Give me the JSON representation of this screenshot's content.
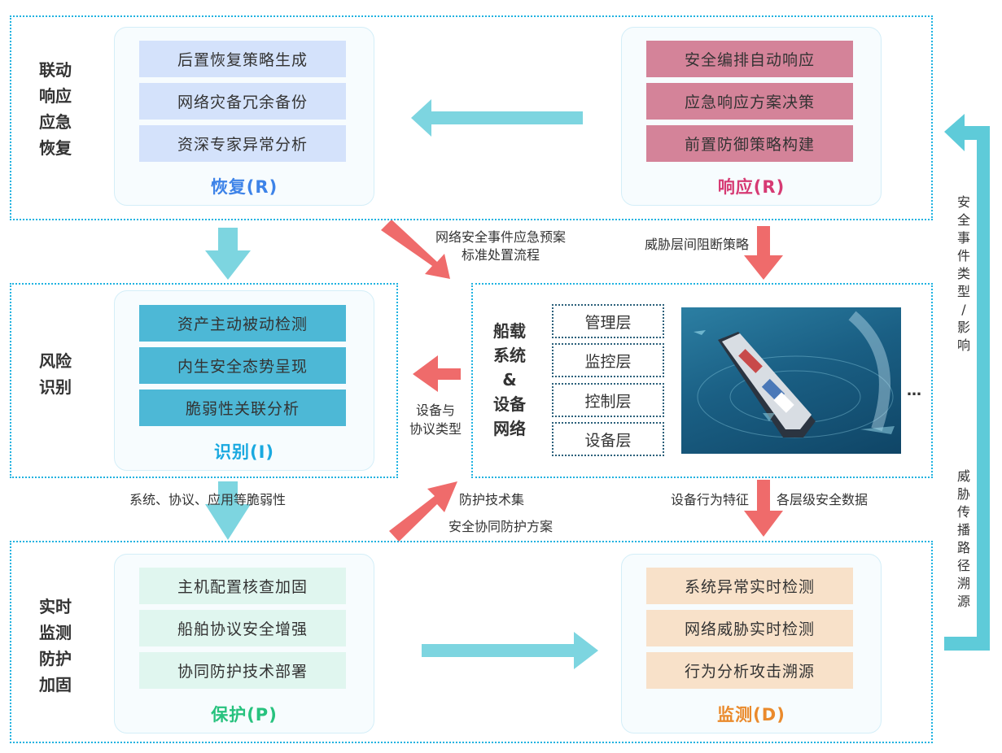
{
  "colors": {
    "region_border": "#1fb2e0",
    "cyan_arrow": "#7dd5e0",
    "red_arrow": "#ef6b6b",
    "loop_arrow": "#5ecbd9",
    "recovery_item_bg": "#d4e2fb",
    "recovery_title": "#3d83e8",
    "response_item_bg": "#d48399",
    "response_title": "#d63a73",
    "identify_item_bg": "#4db8d6",
    "identify_title": "#1aa9e0",
    "protect_item_bg": "#e0f6ef",
    "protect_title": "#27c27e",
    "detect_item_bg": "#f8e1c9",
    "detect_title": "#ea8a2c"
  },
  "regions": {
    "top": {
      "label": "联动响应应急恢复"
    },
    "middle_left": {
      "label": "风险识别"
    },
    "bottom": {
      "label": "实时监测防护加固"
    }
  },
  "cards": {
    "recovery": {
      "title": "恢复(R)",
      "items": [
        "后置恢复策略生成",
        "网络灾备冗余备份",
        "资深专家异常分析"
      ]
    },
    "response": {
      "title": "响应(R)",
      "items": [
        "安全编排自动响应",
        "应急响应方案决策",
        "前置防御策略构建"
      ]
    },
    "identify": {
      "title": "识别(I)",
      "items": [
        "资产主动被动检测",
        "内生安全态势呈现",
        "脆弱性关联分析"
      ]
    },
    "protect": {
      "title": "保护(P)",
      "items": [
        "主机配置核查加固",
        "船舶协议安全增强",
        "协同防护技术部署"
      ]
    },
    "detect": {
      "title": "监测(D)",
      "items": [
        "系统异常实时检测",
        "网络威胁实时检测",
        "行为分析攻击溯源"
      ]
    }
  },
  "ship_system": {
    "label_lines": [
      "船载",
      "系统",
      "&",
      "设备",
      "网络"
    ],
    "layers": [
      "管理层",
      "监控层",
      "控制层",
      "设备层"
    ],
    "image_alt": "集装箱船航行示意图",
    "more": "…"
  },
  "captions": {
    "emergency_plan": [
      "网络安全事件应急预案",
      "标准处置流程"
    ],
    "interlayer_block": "威胁层间阻断策略",
    "device_protocol": [
      "设备与",
      "协议类型"
    ],
    "vulnerability": "系统、协议、应用等脆弱性",
    "protection_set": "防护技术集",
    "collab_plan": "安全协同防护方案",
    "device_behavior": "设备行为特征",
    "layer_data": "各层级安全数据"
  },
  "loop": {
    "upper_text": "安全事件类型/影响",
    "lower_text": "威胁传播路径溯源"
  }
}
